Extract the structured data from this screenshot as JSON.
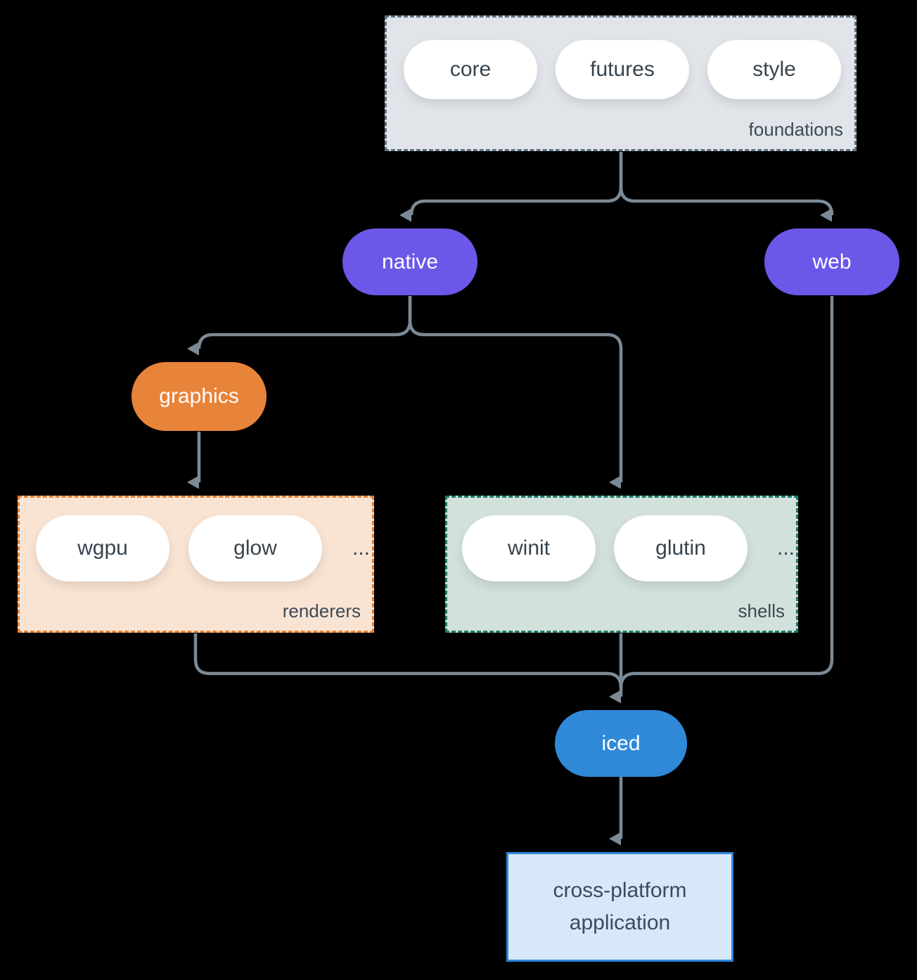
{
  "diagram": {
    "background": "#000000",
    "arrow_color": "#7b8a96",
    "white_pill_fill": "#ffffff",
    "pill_text_color": "#36444f",
    "label_text_color": "#3c4a57"
  },
  "foundations": {
    "label": "foundations",
    "pills": [
      "core",
      "futures",
      "style"
    ],
    "fill": "#e1e5e9",
    "border": "#5f7282"
  },
  "native": {
    "label": "native",
    "fill": "#6b57e8"
  },
  "web": {
    "label": "web",
    "fill": "#6b57e8"
  },
  "graphics": {
    "label": "graphics",
    "fill": "#e8833a"
  },
  "renderers": {
    "label": "renderers",
    "pills": [
      "wgpu",
      "glow"
    ],
    "ellipsis": "...",
    "fill": "#f9e4d4",
    "border": "#e8822f"
  },
  "shells": {
    "label": "shells",
    "pills": [
      "winit",
      "glutin"
    ],
    "ellipsis": "...",
    "fill": "#d2e1db",
    "border": "#1e7b6b"
  },
  "iced": {
    "label": "iced",
    "fill": "#2f89d8"
  },
  "application": {
    "line1": "cross-platform",
    "line2": "application",
    "fill": "#d6e8f9",
    "border": "#2e86d8"
  }
}
